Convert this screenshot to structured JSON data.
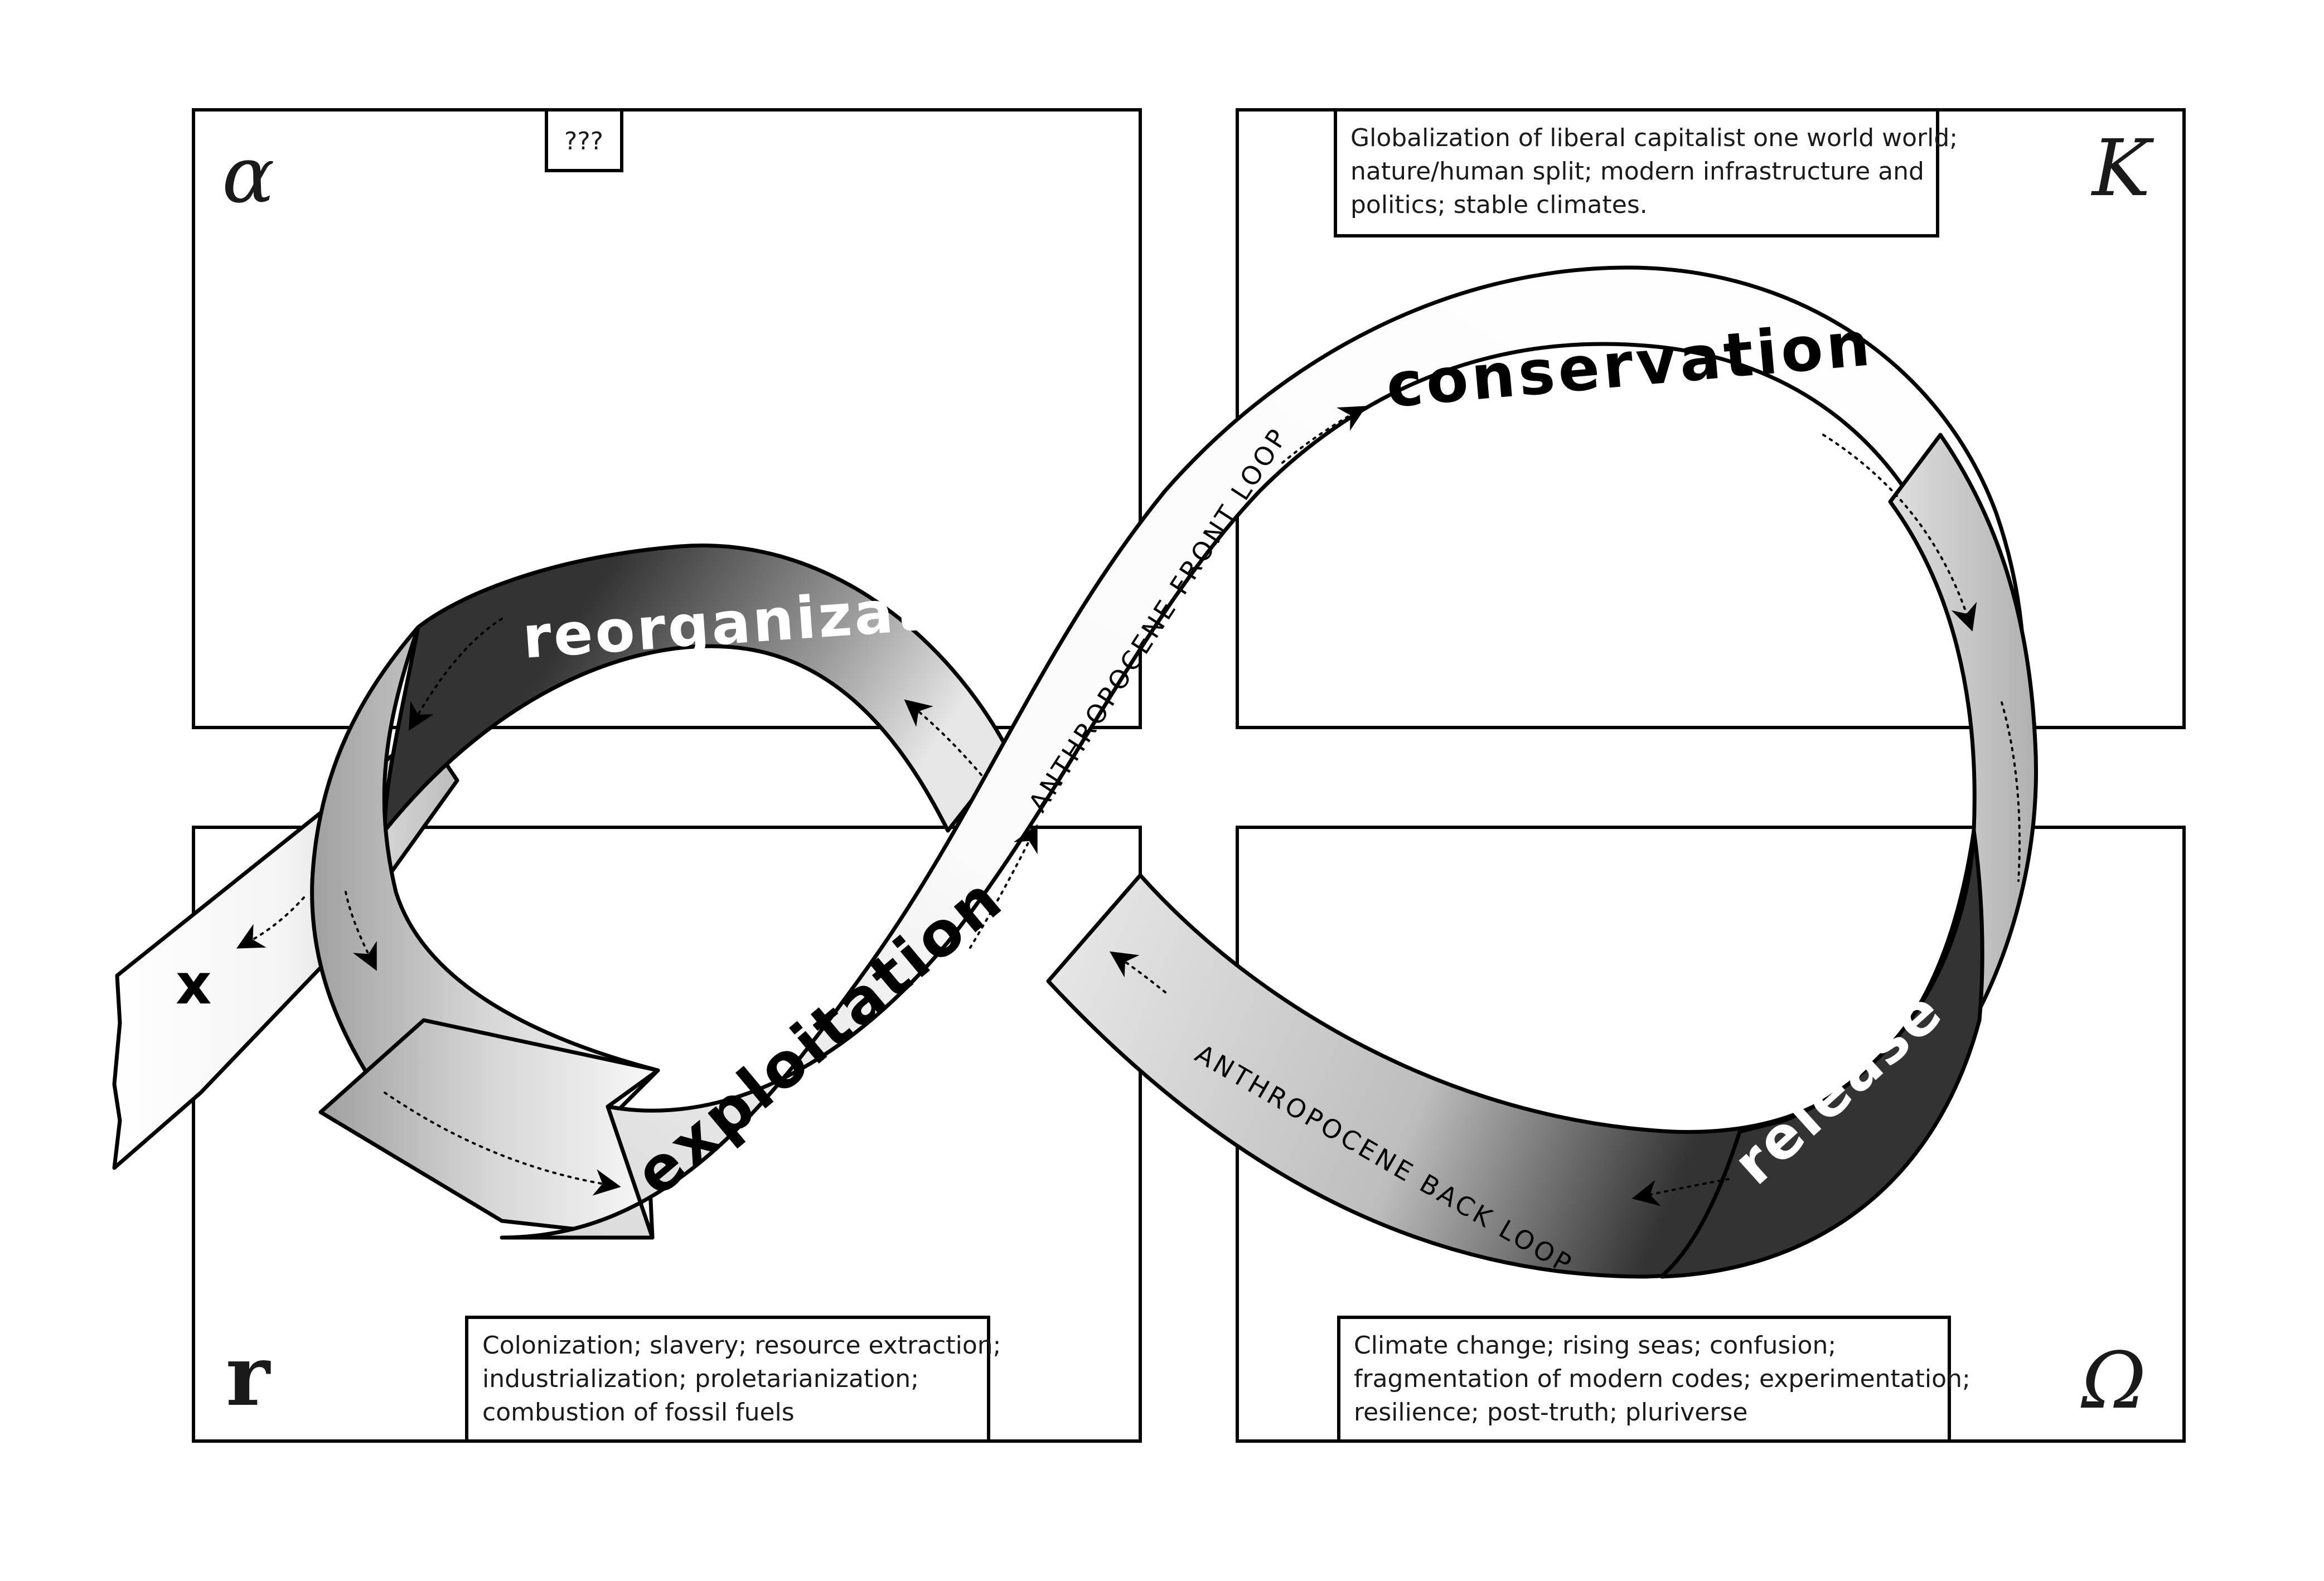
{
  "diagram": {
    "title": "Anthropocene adaptive cycle (panarchy) diagram",
    "quadrants": [
      {
        "id": "alpha",
        "symbol": "α",
        "position": "top-left",
        "note": "???"
      },
      {
        "id": "K",
        "symbol": "K",
        "position": "top-right",
        "note_lines": [
          "Globalization of liberal capitalist one world world;",
          "nature/human split; modern infrastructure and",
          "politics; stable climates."
        ]
      },
      {
        "id": "r",
        "symbol": "r",
        "position": "bottom-left",
        "note_lines": [
          "Colonization; slavery; resource extraction;",
          "industrialization; proletarianization;",
          "combustion of fossil fuels"
        ]
      },
      {
        "id": "omega",
        "symbol": "Ω",
        "position": "bottom-right",
        "note_lines": [
          "Climate change; rising seas; confusion;",
          "fragmentation of modern codes; experimentation;",
          "resilience; post-truth; pluriverse"
        ]
      }
    ],
    "phases": {
      "reorganization": "reorganization",
      "exploitation": "exploitation",
      "conservation": "conservation",
      "release": "release"
    },
    "loops": {
      "front": "ANTHROPOCENE FRONT LOOP",
      "back": "ANTHROPOCENE BACK LOOP"
    },
    "exit_marker": "x",
    "colors": {
      "stroke": "#000000",
      "dark_band": "#333333",
      "light_band": "#ffffff",
      "mid_band": "#bdbdbd"
    }
  }
}
